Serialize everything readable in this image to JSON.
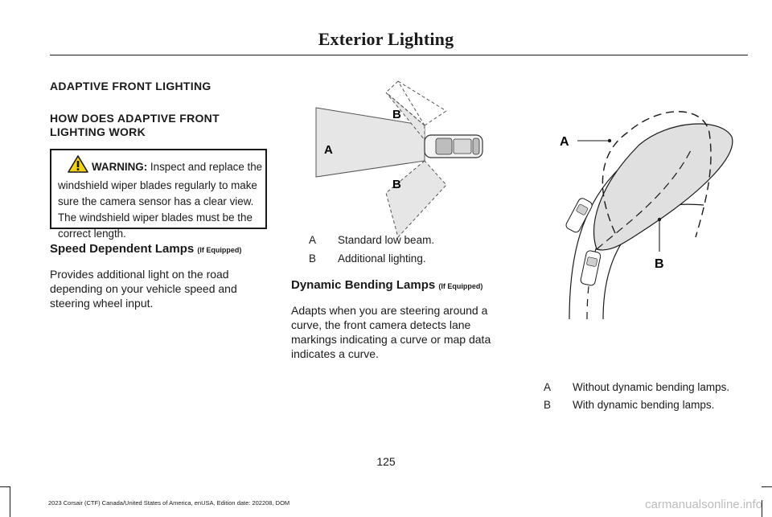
{
  "header": {
    "title": "Exterior Lighting"
  },
  "left_column": {
    "section_title": "ADAPTIVE FRONT LIGHTING",
    "subsection_title_line1": "HOW DOES ADAPTIVE FRONT",
    "subsection_title_line2": "LIGHTING WORK",
    "warning": {
      "label": "WARNING:",
      "line1": " Inspect and replace the",
      "line2": "windshield wiper blades regularly to make",
      "line3": "sure the camera sensor has a clear view.",
      "line4": "The windshield wiper blades must be the",
      "line5": "correct length."
    },
    "speed_lamps": {
      "heading": "Speed Dependent Lamps",
      "qualifier": "(If Equipped)",
      "line1": "Provides additional light on the road",
      "line2": "depending on your vehicle speed and",
      "line3": "steering wheel input."
    }
  },
  "middle_column": {
    "figure_labels": {
      "a": "A",
      "b_top": "B",
      "b_bottom": "B"
    },
    "legend": [
      {
        "key": "A",
        "text": "Standard low beam."
      },
      {
        "key": "B",
        "text": "Additional lighting."
      }
    ],
    "bending_lamps": {
      "heading": "Dynamic Bending Lamps",
      "qualifier": "(If Equipped)",
      "line1": "Adapts when you are steering around a",
      "line2": "curve, the front camera detects lane",
      "line3": "markings indicating a curve or map data",
      "line4": "indicates a curve."
    }
  },
  "right_column": {
    "figure_labels": {
      "a": "A",
      "b": "B"
    },
    "legend": [
      {
        "key": "A",
        "text": "Without dynamic bending lamps."
      },
      {
        "key": "B",
        "text": "With dynamic bending lamps."
      }
    ]
  },
  "footer": {
    "page_number": "125",
    "edition_text": "2023 Corsair (CTF) Canada/United States of America, enUSA, Edition date: 202208, DOM",
    "watermark": "carmanualsonline.info"
  }
}
